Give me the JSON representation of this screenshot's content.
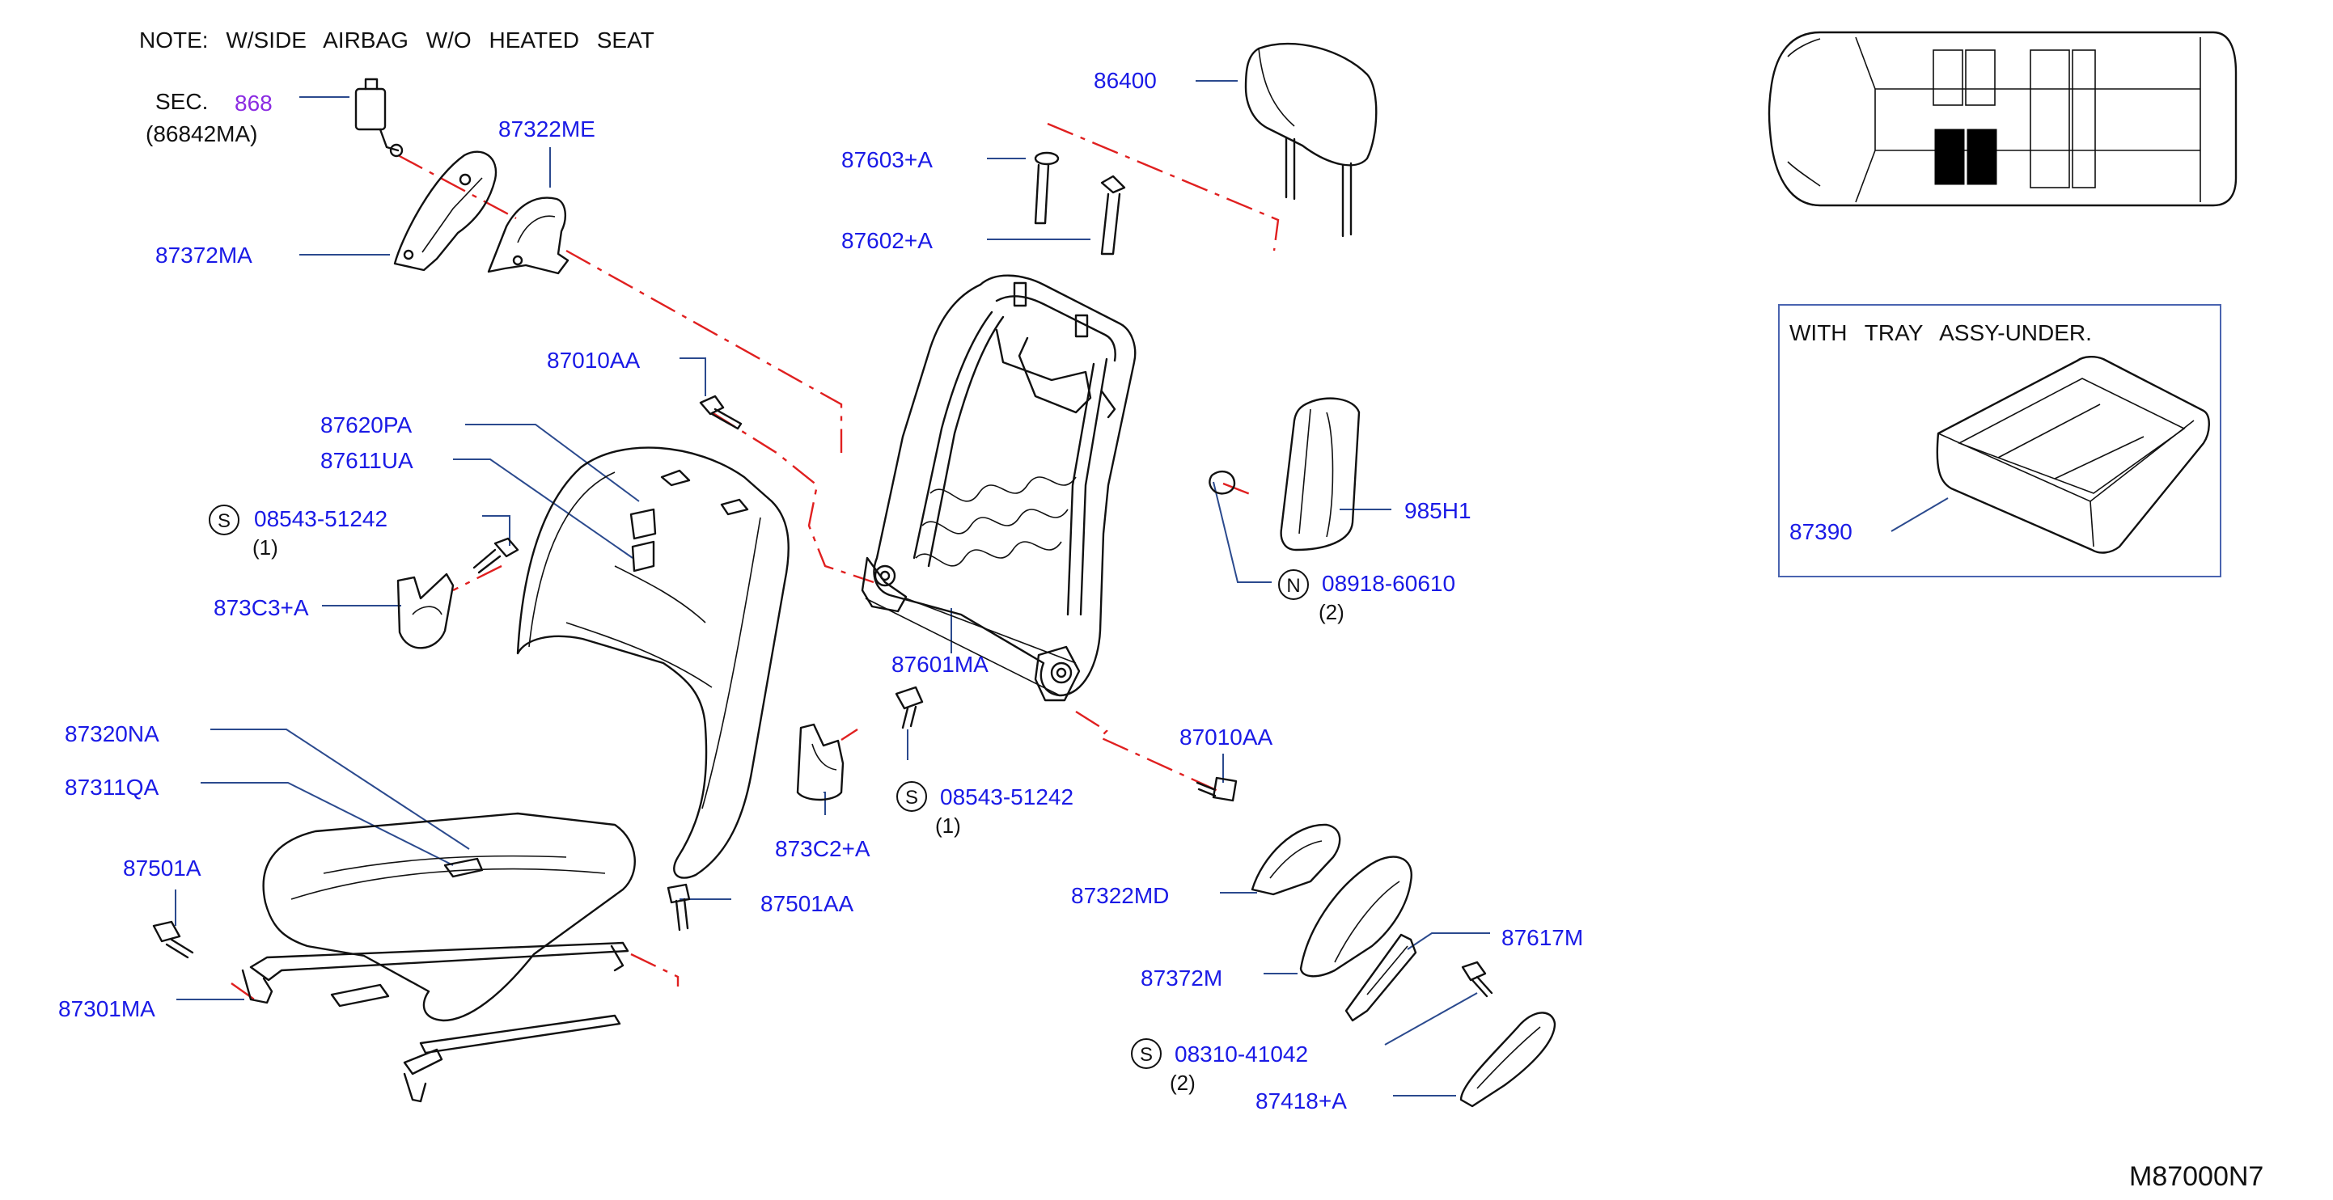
{
  "note": "NOTE:  W/SIDE  AIRBAG  W/O  HEATED  SEAT",
  "sec": {
    "prefix": "SEC.",
    "ref": "868",
    "sub": "(86842MA)"
  },
  "labels": {
    "l_87322ME": "87322ME",
    "l_87372MA": "87372MA",
    "l_86400": "86400",
    "l_87603A": "87603+A",
    "l_87602A": "87602+A",
    "l_87010AA_top": "87010AA",
    "l_87620PA": "87620PA",
    "l_87611UA": "87611UA",
    "l_08543_top": "08543-51242",
    "l_08543_top_qty": "(1)",
    "l_873C3A": "873C3+A",
    "l_87601MA": "87601MA",
    "l_985H1": "985H1",
    "l_08918": "08918-60610",
    "l_08918_qty": "(2)",
    "l_87320NA": "87320NA",
    "l_87311QA": "87311QA",
    "l_87501A": "87501A",
    "l_87301MA": "87301MA",
    "l_87501AA": "87501AA",
    "l_873C2A": "873C2+A",
    "l_08543_mid": "08543-51242",
    "l_08543_mid_qty": "(1)",
    "l_87010AA_mid": "87010AA",
    "l_87322MD": "87322MD",
    "l_87372M": "87372M",
    "l_87617M": "87617M",
    "l_08310": "08310-41042",
    "l_08310_qty": "(2)",
    "l_87418A": "87418+A",
    "l_87390": "87390"
  },
  "markers": {
    "s": "S",
    "n": "N"
  },
  "tray_box": {
    "title": "WITH  TRAY  ASSY-UNDER."
  },
  "drawing_code": "M87000N7"
}
